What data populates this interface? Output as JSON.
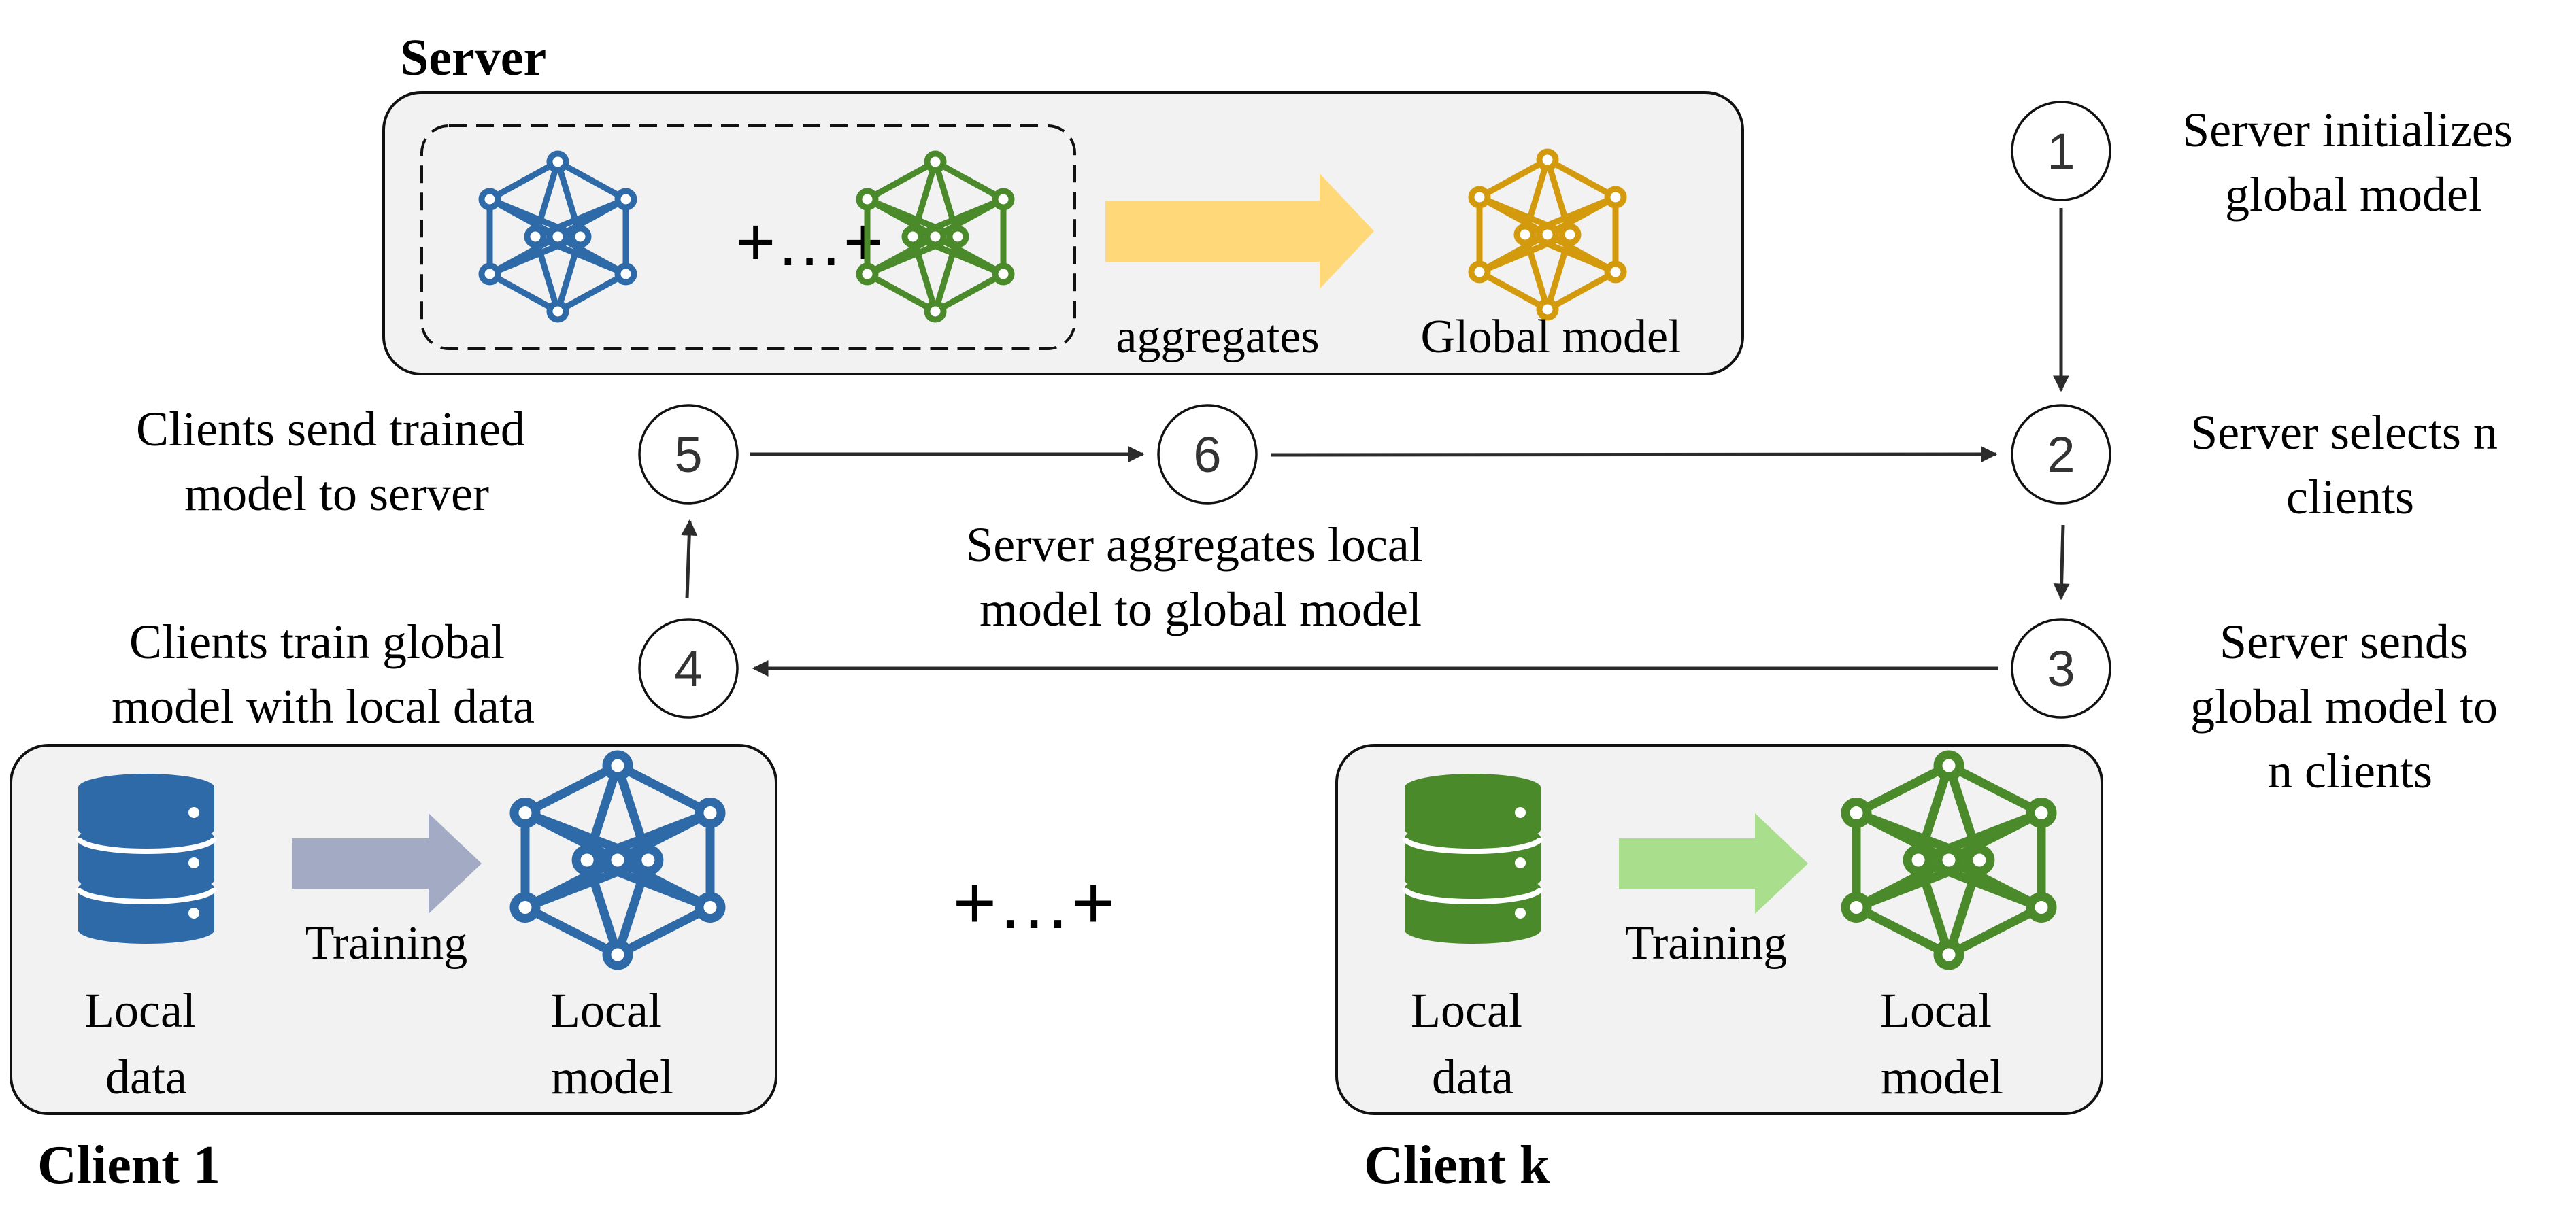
{
  "server": {
    "title": "Server",
    "aggregate_label": "aggregates",
    "global_label": "Global model",
    "sum_text": "+…+"
  },
  "clients": [
    {
      "title": "Client 1",
      "data_label_1": "Local",
      "data_label_2": "data",
      "training_label": "Training",
      "model_label_1": "Local",
      "model_label_2": "model"
    },
    {
      "title": "Client k",
      "data_label_1": "Local",
      "data_label_2": "data",
      "training_label": "Training",
      "model_label_1": "Local",
      "model_label_2": "model"
    }
  ],
  "client_sum_text": "+…+",
  "steps": [
    {
      "num": "1",
      "desc_1": "Server initializes",
      "desc_2": "global model"
    },
    {
      "num": "2",
      "desc_1": "Server selects n",
      "desc_2": "clients"
    },
    {
      "num": "3",
      "desc_1": "Server sends",
      "desc_2": "global model to",
      "desc_3": "n clients"
    },
    {
      "num": "4",
      "desc_1": "Clients train global",
      "desc_2": "model with local data"
    },
    {
      "num": "5",
      "desc_1": "Clients send trained",
      "desc_2": "model to server"
    },
    {
      "num": "6",
      "desc_1": "Server aggregates local",
      "desc_2": "model to global model"
    }
  ],
  "colors": {
    "blue": "#2e6aa8",
    "green": "#4a8a2a",
    "gold": "#d49a0e",
    "box_fill": "#f2f2f2",
    "arrow_yellow": "#ffd87a",
    "arrow_slate": "#a2aac4",
    "arrow_lightgreen": "#a9de8c"
  },
  "icons": [
    "neural-network-icon",
    "database-icon",
    "block-arrow-icon"
  ]
}
